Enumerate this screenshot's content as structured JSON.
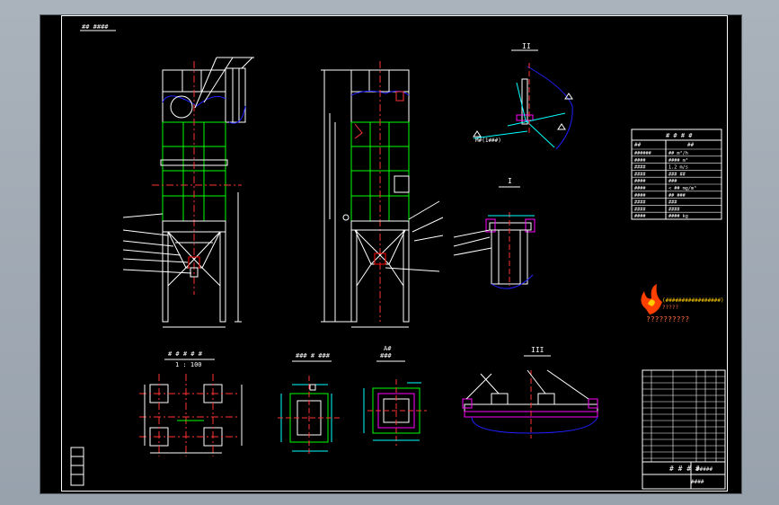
{
  "colors": {
    "background": "#000000",
    "frame": "#ffffff",
    "structure": "#ffffff",
    "grid": "#00ff00",
    "centerline": "#ff3333",
    "annotation": "#00ffff",
    "bag": "#2020ff",
    "label": "#ffff00",
    "flange": "#ff00ff",
    "highlight": "#ff0000",
    "logo_flame": "#ff4000",
    "logo_text": "#ffcc00"
  },
  "sheet": {
    "corner_tag": "## ####",
    "title_block": {
      "main_title": "# # # #",
      "sub_title": "#####",
      "drawing_no": "####"
    }
  },
  "views": {
    "detail_ii": {
      "label": "II"
    },
    "detail_i": {
      "label": "I"
    },
    "detail_iii": {
      "label": "III"
    },
    "foundation": {
      "title": "# # # # #",
      "scale": "1 : 100"
    },
    "outlet": {
      "title": "### # ###"
    },
    "inlet": {
      "title": "A#\n###"
    },
    "leader_note": "M#(1###)"
  },
  "spec_table": {
    "title": "# # # #",
    "headers": [
      "##",
      "##"
    ],
    "rows": [
      [
        "######",
        "## m²/h"
      ],
      [
        "####",
        "#### m³"
      ],
      [
        "####",
        "1.2 m/s"
      ],
      [
        "####",
        "### ##"
      ],
      [
        "####",
        "###"
      ],
      [
        "####",
        "< ## mg/m³"
      ],
      [
        "####",
        "## ###"
      ],
      [
        "####",
        "###"
      ],
      [
        "####",
        "####"
      ],
      [
        "####",
        "#### kg"
      ]
    ]
  },
  "logo": {
    "line1": "(#################)",
    "line2": "??????????"
  }
}
